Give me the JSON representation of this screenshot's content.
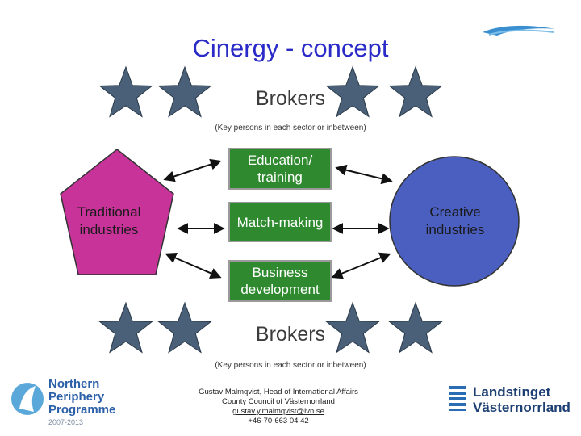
{
  "title": "Cinergy - concept",
  "brokers_top": {
    "label": "Brokers",
    "note": "(Key persons in each sector or inbetween)"
  },
  "brokers_bottom": {
    "label": "Brokers",
    "note": "(Key persons in each sector or inbetween)"
  },
  "center_boxes": {
    "education": "Education/\ntraining",
    "matchmaking": "Match-making",
    "business": "Business\ndevelopment"
  },
  "left_shape": {
    "label": "Traditional\nindustries",
    "color": "#c8339a"
  },
  "right_shape": {
    "label": "Creative\nindustries",
    "color": "#4a5fbf"
  },
  "colors": {
    "title": "#2a2ac8",
    "box": "#2f8a2f",
    "star": "#4a6078"
  },
  "footer": {
    "name": "Gustav Malmqvist, Head of International Affairs",
    "org": "County Council of Västernorrland",
    "email": "gustav.y.malmqvist@lvn.se",
    "phone": "+46-70-663 04 42"
  },
  "logo_left": {
    "line1": "Northern",
    "line2": "Periphery",
    "line3": "Programme",
    "years": "2007-2013"
  },
  "logo_right": {
    "line1": "Landstinget",
    "line2": "Västernorrland"
  }
}
